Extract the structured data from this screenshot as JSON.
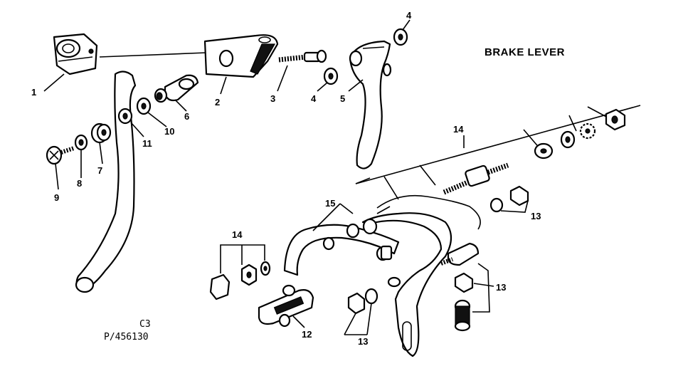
{
  "title": "BRAKE LEVER",
  "figure_code": "C3",
  "part_number": "P/456130",
  "callouts": {
    "c1": "1",
    "c2": "2",
    "c3": "3",
    "c4a": "4",
    "c4b": "4",
    "c5": "5",
    "c6": "6",
    "c7": "7",
    "c8": "8",
    "c9": "9",
    "c10": "10",
    "c11": "11",
    "c12": "12",
    "c13a": "13",
    "c13b": "13",
    "c13c": "13",
    "c14a": "14",
    "c14b": "14",
    "c15": "15"
  }
}
